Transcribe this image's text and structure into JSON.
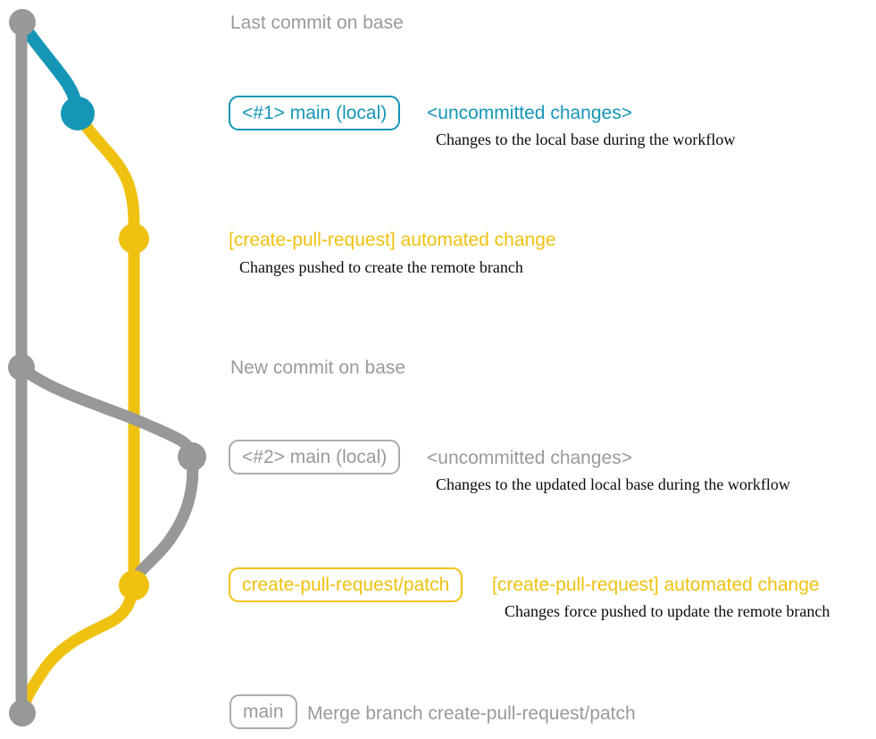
{
  "colors": {
    "base_gray": "#989898",
    "label_gray": "#9a9a9a",
    "teal": "#1596b7",
    "yellow": "#efc211",
    "description_text": "#0a0a0a",
    "background": "#ffffff"
  },
  "sections": {
    "last_commit": {
      "caption": "Last commit on base"
    },
    "local_main_1": {
      "badge": "<#1> main (local)",
      "title": "<uncommitted changes>",
      "description": "Changes to the local base during the workflow"
    },
    "automated_change_1": {
      "title": "[create-pull-request] automated change",
      "description": "Changes pushed to create the remote branch"
    },
    "new_commit": {
      "caption": "New commit on base"
    },
    "local_main_2": {
      "badge": "<#2> main (local)",
      "title": "<uncommitted changes>",
      "description": "Changes to the updated local base during the workflow"
    },
    "automated_change_2": {
      "badge": "create-pull-request/patch",
      "title": "[create-pull-request] automated change",
      "description": "Changes force pushed to update the remote branch"
    },
    "merge_commit": {
      "badge": "main",
      "caption": "Merge branch create-pull-request/patch"
    }
  },
  "graph": {
    "stroke_width": 13,
    "branches": [
      {
        "name": "base",
        "color": "#989898"
      },
      {
        "name": "main (local)",
        "color": "#1596b7"
      },
      {
        "name": "create-pull-request/patch",
        "color": "#efc211"
      }
    ],
    "commits": [
      {
        "id": "last-commit-on-base",
        "branch": "base",
        "color": "#989898"
      },
      {
        "id": "local-main-1-uncommitted-changes",
        "branch": "main (local)",
        "color": "#1596b7"
      },
      {
        "id": "automated-change-1",
        "branch": "create-pull-request/patch",
        "color": "#efc211"
      },
      {
        "id": "new-commit-on-base",
        "branch": "base",
        "color": "#989898"
      },
      {
        "id": "local-main-2-uncommitted-changes",
        "branch": "main (local)",
        "color": "#989898"
      },
      {
        "id": "automated-change-2-force-push",
        "branch": "create-pull-request/patch",
        "color": "#efc211"
      },
      {
        "id": "merge-branch-create-pull-request-patch",
        "branch": "base",
        "color": "#989898"
      }
    ]
  }
}
